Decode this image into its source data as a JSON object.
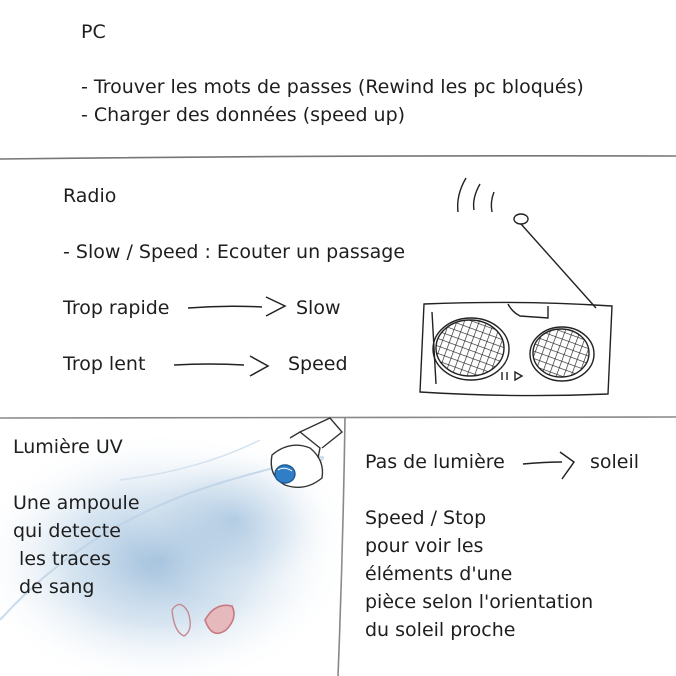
{
  "panel_pc": {
    "title": "PC",
    "items": [
      "- Trouver les mots de passes (Rewind les pc bloqués)",
      "- Charger des données (speed up)"
    ]
  },
  "panel_radio": {
    "title": "Radio",
    "item": "- Slow / Speed : Ecouter un passage",
    "rows": [
      {
        "left": "Trop rapide",
        "right": "Slow"
      },
      {
        "left": "Trop lent",
        "right": "Speed"
      }
    ]
  },
  "panel_uv": {
    "title": "Lumière UV",
    "lines": [
      "Une ampoule",
      "qui detecte",
      " les traces",
      " de sang"
    ]
  },
  "panel_sun": {
    "row": {
      "left": "Pas de lumière",
      "right": "soleil"
    },
    "lines": [
      "Speed / Stop",
      "pour voir les",
      "éléments d'une",
      "pièce selon l'orientation",
      "du soleil proche"
    ]
  }
}
